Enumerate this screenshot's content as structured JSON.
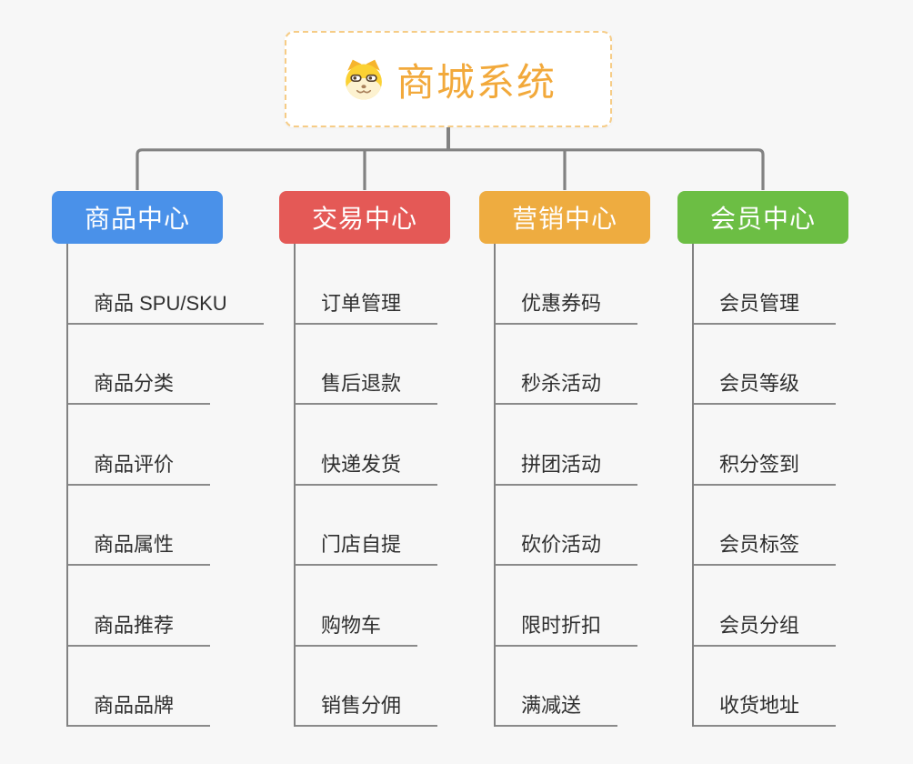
{
  "canvas": {
    "background_color": "#F7F7F7",
    "connector_color": "#828282"
  },
  "root": {
    "title": "商城系统",
    "icon": "doge-icon",
    "text_color": "#F2A93B",
    "border_color": "#F6CC86"
  },
  "branches": [
    {
      "label": "商品中心",
      "color": "#4A91E9",
      "children": [
        "商品 SPU/SKU",
        "商品分类",
        "商品评价",
        "商品属性",
        "商品推荐",
        "商品品牌"
      ]
    },
    {
      "label": "交易中心",
      "color": "#E45956",
      "children": [
        "订单管理",
        "售后退款",
        "快递发货",
        "门店自提",
        "购物车",
        "销售分佣"
      ]
    },
    {
      "label": "营销中心",
      "color": "#EEAC40",
      "children": [
        "优惠券码",
        "秒杀活动",
        "拼团活动",
        "砍价活动",
        "限时折扣",
        "满减送"
      ]
    },
    {
      "label": "会员中心",
      "color": "#6CBE44",
      "children": [
        "会员管理",
        "会员等级",
        "积分签到",
        "会员标签",
        "会员分组",
        "收货地址"
      ]
    }
  ]
}
